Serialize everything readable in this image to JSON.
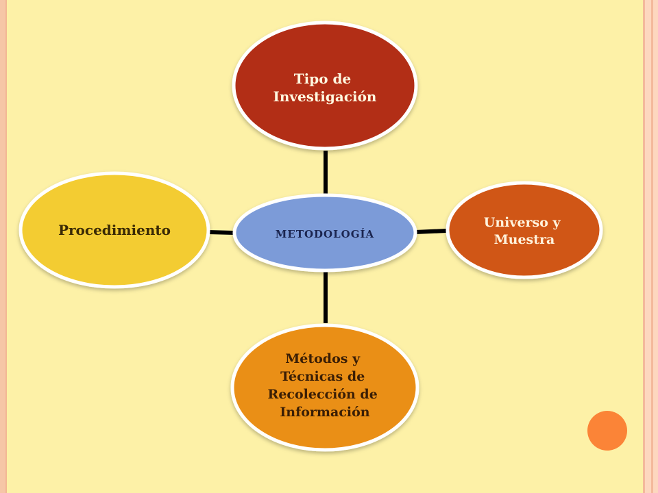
{
  "diagram": {
    "center": {
      "label": "METODOLOGÍA",
      "color": "#7b9bd8"
    },
    "nodes": [
      {
        "id": "top",
        "lines": [
          "Tipo de",
          "Investigación"
        ],
        "color": "#b22d18"
      },
      {
        "id": "right",
        "lines": [
          "Universo y",
          "Muestra"
        ],
        "color": "#d05716"
      },
      {
        "id": "bottom",
        "lines": [
          "Métodos y",
          "Técnicas de",
          "Recolección de",
          "Información"
        ],
        "color": "#ea8f19"
      },
      {
        "id": "left",
        "lines": [
          "Procedimiento"
        ],
        "color": "#f3cc30"
      }
    ]
  },
  "decoration": {
    "accent_circle_color": "#fb8437"
  }
}
